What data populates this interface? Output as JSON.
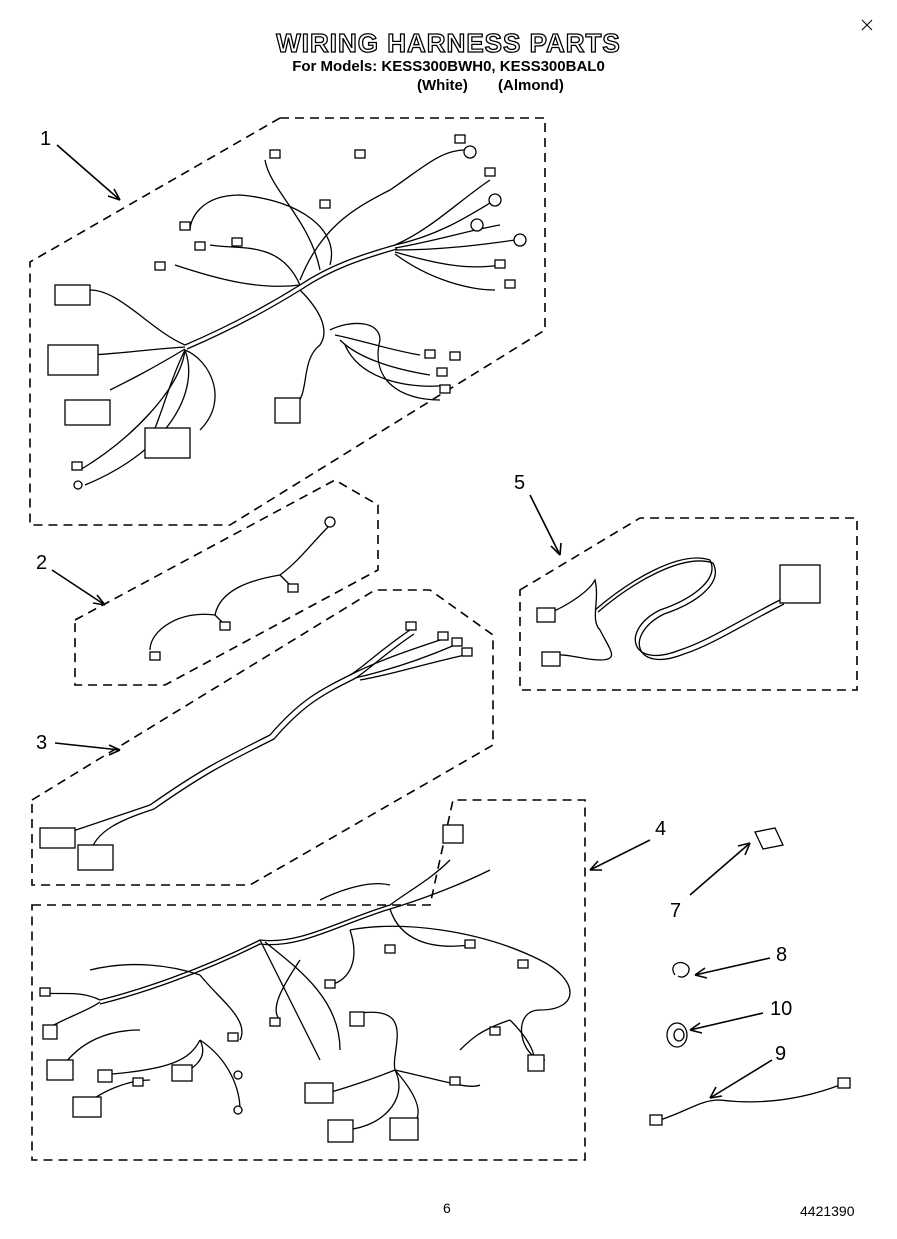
{
  "header": {
    "title": "WIRING HARNESS PARTS",
    "models_line": "For Models: KESS300BWH0, KESS300BAL0",
    "color_white": "(White)",
    "color_almond": "(Almond)"
  },
  "callouts": [
    "1",
    "2",
    "3",
    "4",
    "5",
    "7",
    "8",
    "10",
    "9"
  ],
  "footer": {
    "page_number": "6",
    "doc_number": "4421390"
  }
}
